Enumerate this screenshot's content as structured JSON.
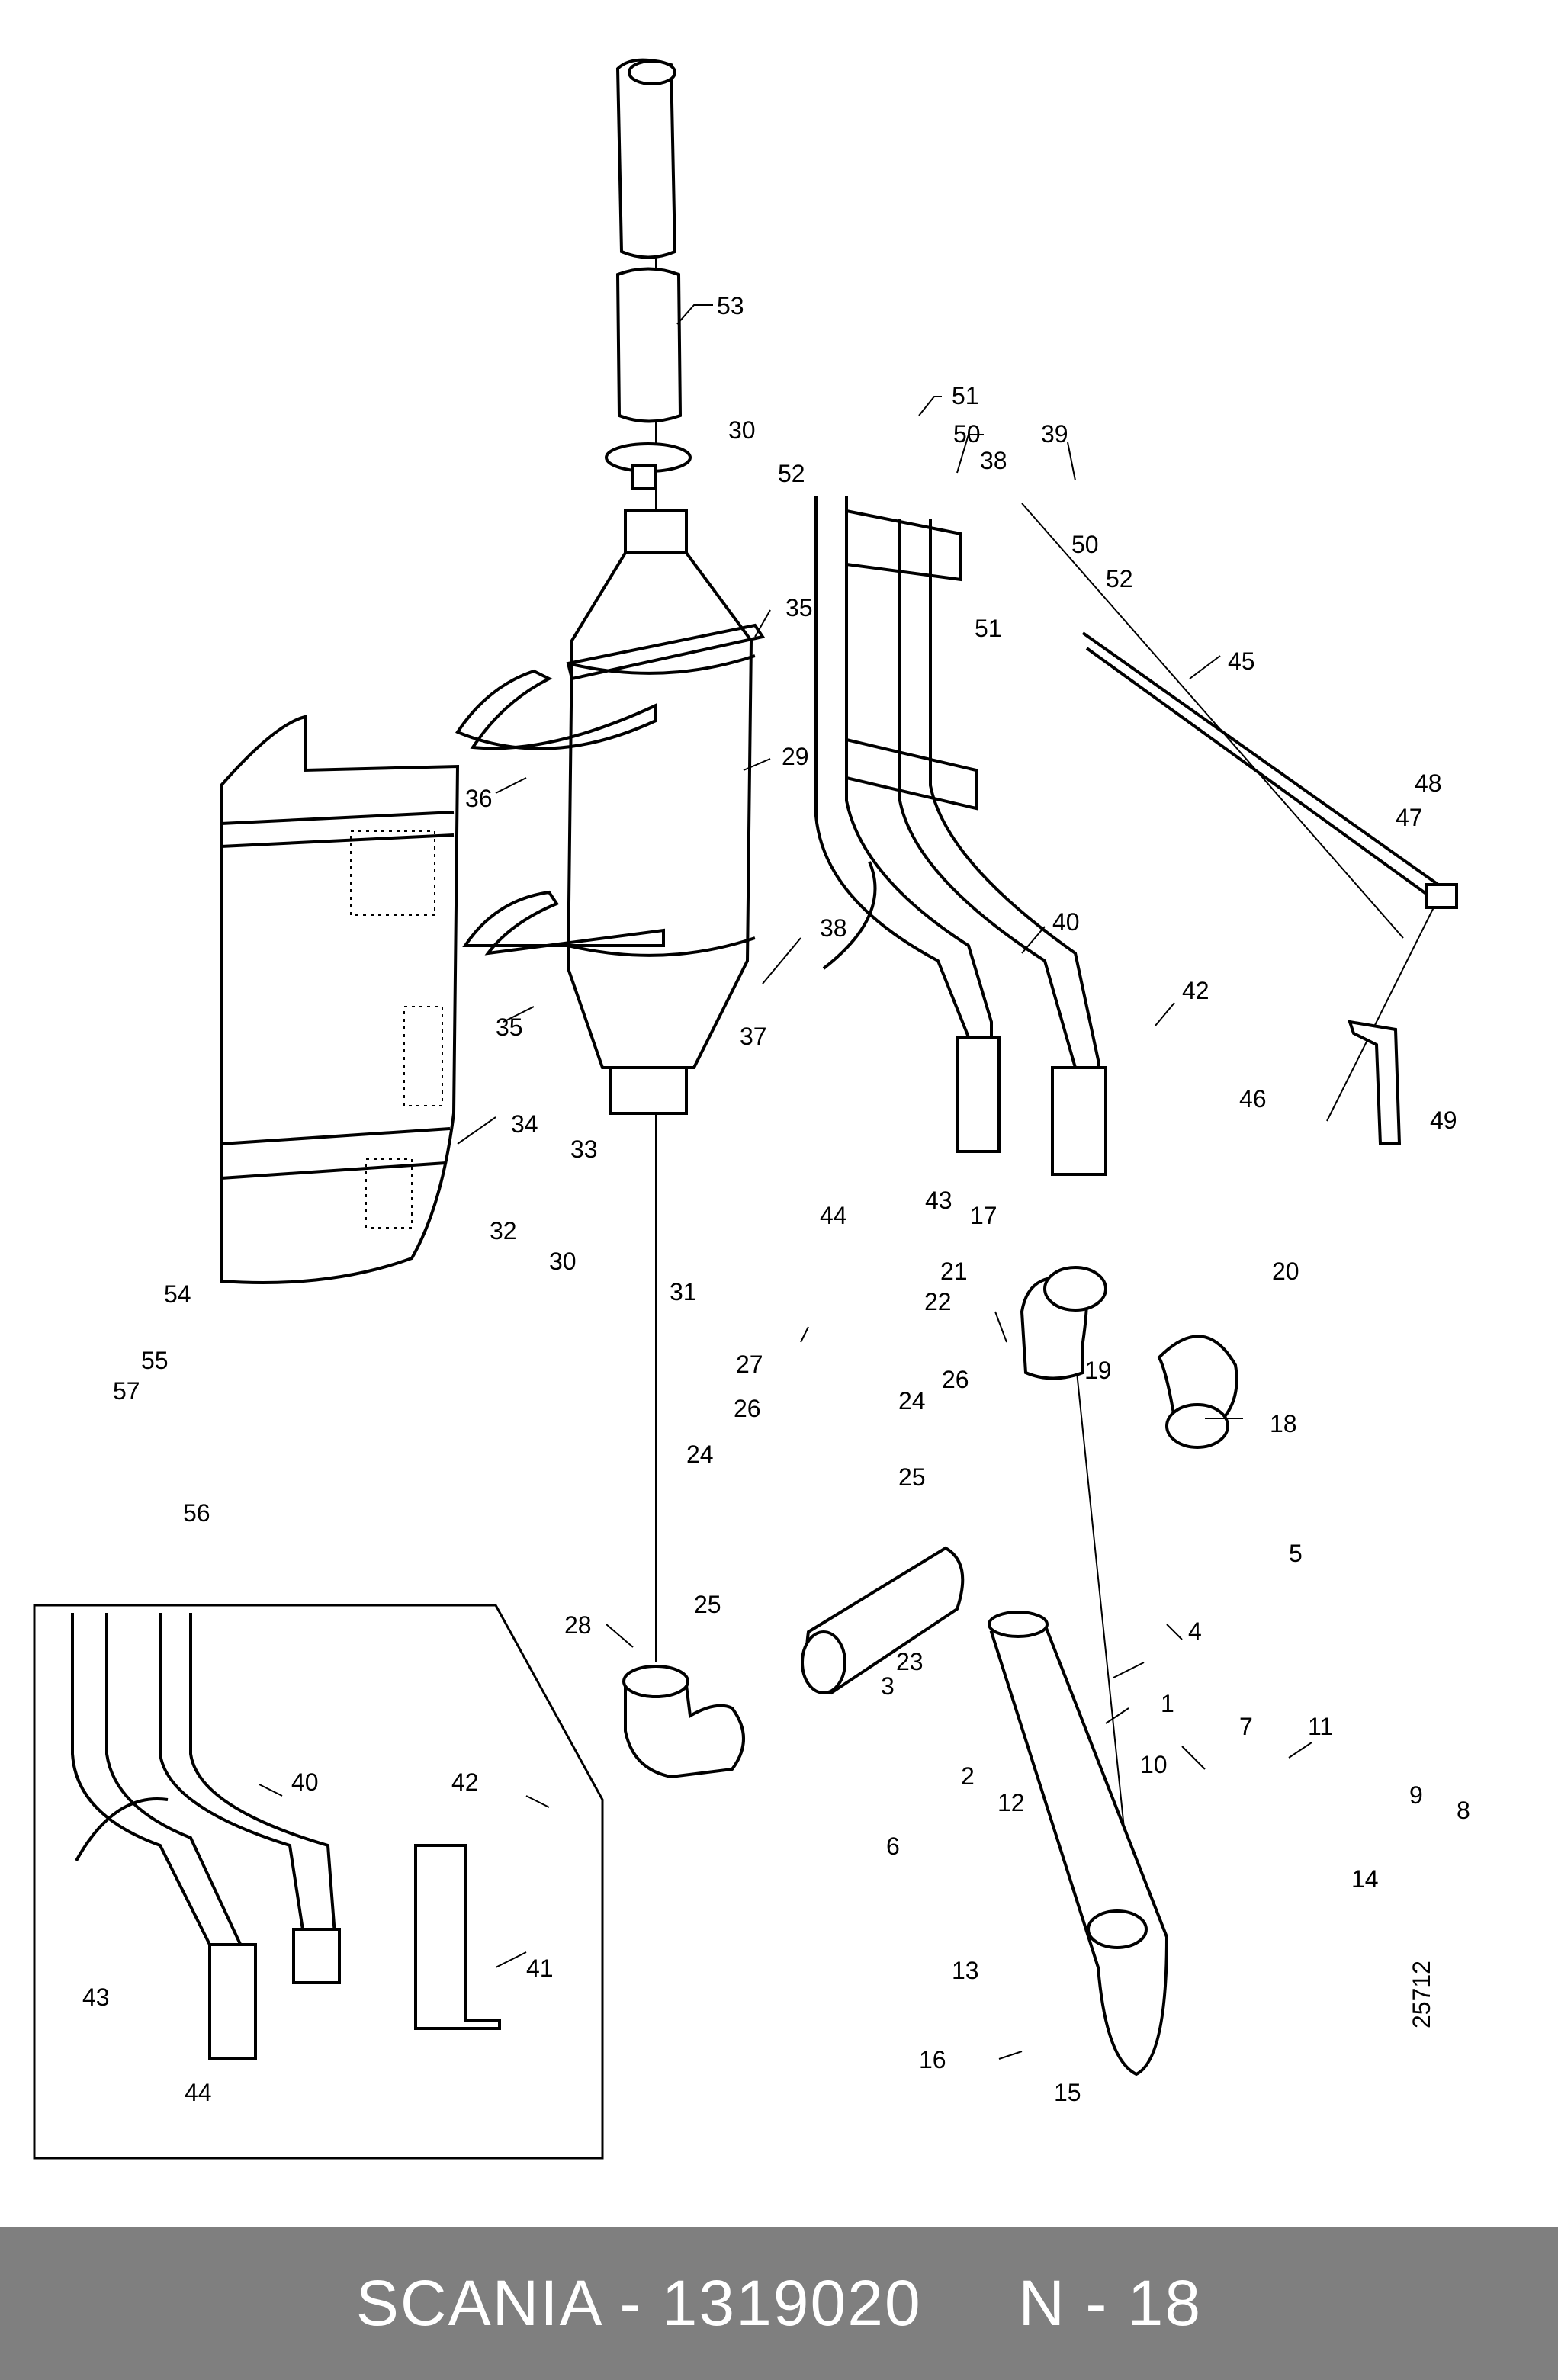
{
  "footer": {
    "text": "SCANIA - 1319020     N - 18"
  },
  "drawing_number": "25712",
  "callouts": [
    "53",
    "30",
    "51",
    "50",
    "39",
    "52",
    "38",
    "50",
    "52",
    "51",
    "35",
    "45",
    "29",
    "36",
    "38",
    "35",
    "37",
    "48",
    "47",
    "40",
    "42",
    "46",
    "49",
    "34",
    "33",
    "32",
    "44",
    "43",
    "30",
    "31",
    "17",
    "21",
    "22",
    "20",
    "19",
    "18",
    "54",
    "55",
    "57",
    "56",
    "27",
    "26",
    "24",
    "26",
    "24",
    "25",
    "25",
    "23",
    "28",
    "3",
    "2",
    "5",
    "4",
    "1",
    "7",
    "11",
    "10",
    "9",
    "12",
    "6",
    "8",
    "14",
    "13",
    "16",
    "15",
    "40",
    "42",
    "41",
    "43",
    "44"
  ]
}
